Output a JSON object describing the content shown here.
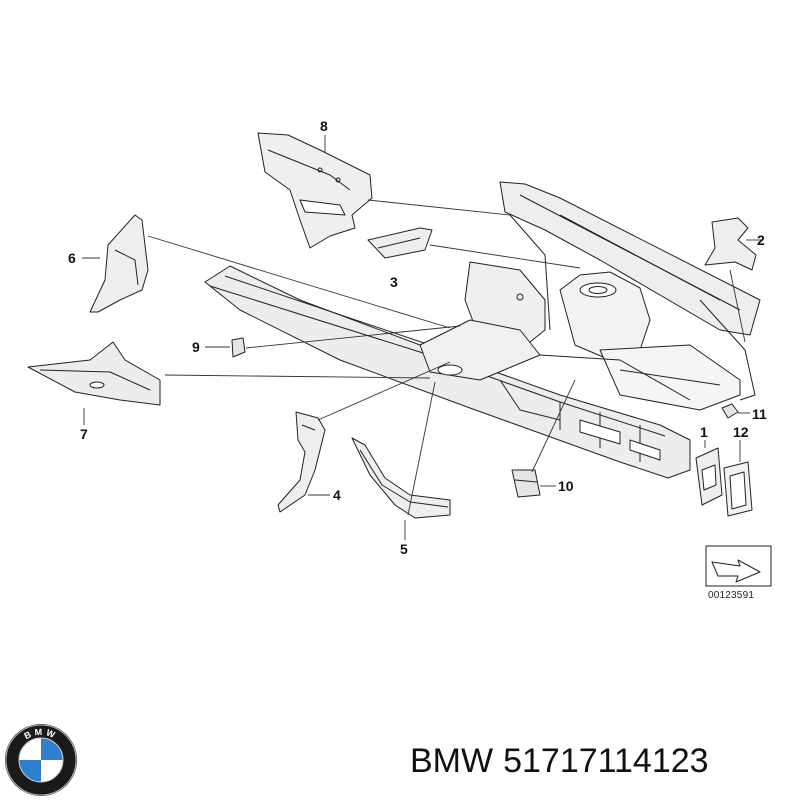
{
  "diagram": {
    "callouts": [
      {
        "id": "1",
        "label": "1"
      },
      {
        "id": "2",
        "label": "2"
      },
      {
        "id": "3",
        "label": "3"
      },
      {
        "id": "4",
        "label": "4"
      },
      {
        "id": "5",
        "label": "5"
      },
      {
        "id": "6",
        "label": "6"
      },
      {
        "id": "7",
        "label": "7"
      },
      {
        "id": "8",
        "label": "8"
      },
      {
        "id": "9",
        "label": "9"
      },
      {
        "id": "10",
        "label": "10"
      },
      {
        "id": "11",
        "label": "11"
      },
      {
        "id": "12",
        "label": "12"
      }
    ],
    "image_code": "00123591"
  },
  "footer": {
    "brand": "BMW",
    "part_number": "51717114123"
  },
  "logo": {
    "letters": "BMW",
    "colors": {
      "ring": "#1a1a1a",
      "blue": "#2f7fcf",
      "white": "#ffffff"
    }
  }
}
